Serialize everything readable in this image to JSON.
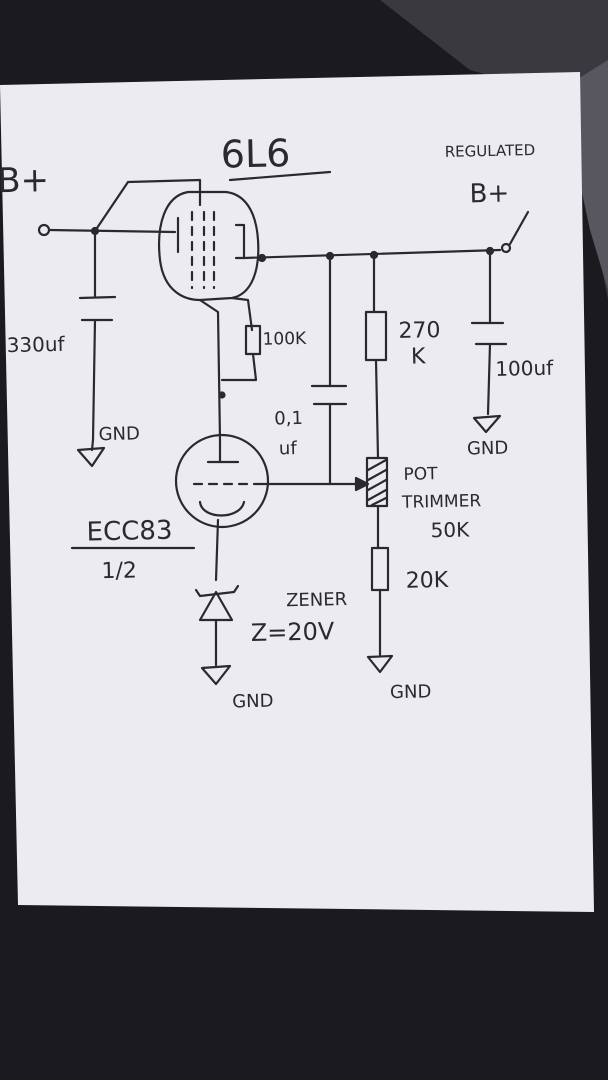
{
  "colors": {
    "paper": "#ecebf1",
    "ink": "#2a2a2e",
    "background": "#1b1a1f"
  },
  "labels": {
    "tube_top": "6L6",
    "b_plus": "B+",
    "regulated_1": "REGULATED",
    "regulated_2": "B+",
    "cap_left": "330uf",
    "res_100k": "100K",
    "res_270k_1": "270",
    "res_270k_2": "K",
    "cap_right": "100uf",
    "gnd_left": "GND",
    "cap_small_1": "0,1",
    "cap_small_2": "uf",
    "gnd_right": "GND",
    "pot_1": "POT",
    "pot_2": "TRIMMER",
    "pot_3": "50K",
    "tube_bottom": "ECC83",
    "tube_bottom_half": "1/2",
    "zener_1": "ZENER",
    "zener_2": "Z=20V",
    "res_20k": "20K",
    "gnd_zener": "GND",
    "gnd_pot": "GND"
  }
}
